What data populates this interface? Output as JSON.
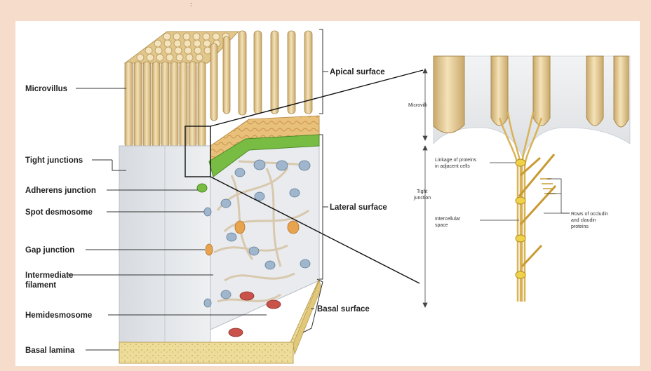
{
  "top_mark": ":",
  "left_labels": {
    "microvillus": "Microvillus",
    "tight_junctions": "Tight junctions",
    "adherens_junction": "Adherens junction",
    "spot_desmosome": "Spot desmosome",
    "gap_junction": "Gap junction",
    "intermediate_filament_1": "Intermediate",
    "intermediate_filament_2": "filament",
    "hemidesmosome": "Hemidesmosome",
    "basal_lamina": "Basal lamina"
  },
  "right_labels": {
    "apical_surface": "Apical surface",
    "lateral_surface": "Lateral surface",
    "basal_surface": "Basal surface"
  },
  "detail_labels": {
    "microvilli": "Microvilli",
    "tight_1": "Tight",
    "tight_2": "junction",
    "linkage_1": "Linkage of proteins",
    "linkage_2": "in adjacent cells",
    "intercellular_1": "Intercellular",
    "intercellular_2": "space",
    "rows_1": "Rows of occludin",
    "rows_2": "and claudin",
    "rows_3": "proteins"
  },
  "colors": {
    "background": "#f6dccb",
    "panel": "#ffffff",
    "microvilli": "#e9d09a",
    "cell": "#e4e7ea",
    "green_band": "#78bc44",
    "basal_lamina": "#eedd9a",
    "desmosome": "#9fb6cc",
    "gap_junction": "#e7a34e",
    "hemidesmosome": "#c9524a"
  }
}
